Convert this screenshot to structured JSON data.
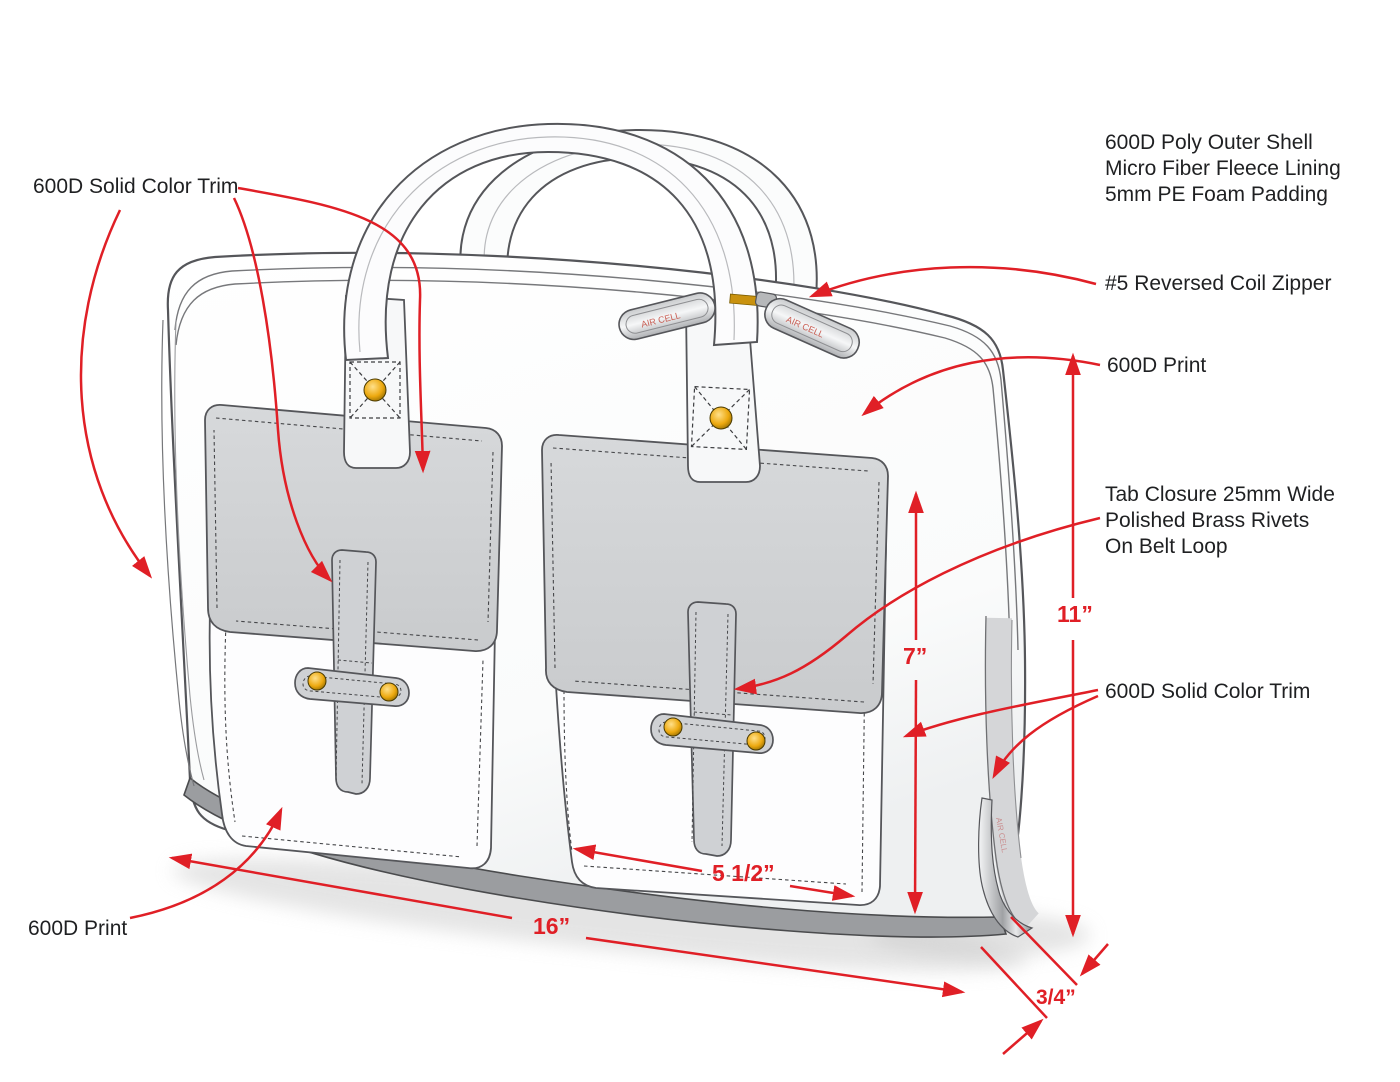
{
  "figure": {
    "type": "product-spec-diagram",
    "subject": "briefcase with two front flap pockets"
  },
  "labels": {
    "trim_top_left": "600D Solid Color Trim",
    "materials_line1": "600D Poly Outer Shell",
    "materials_line2": "Micro Fiber Fleece Lining",
    "materials_line3": "5mm PE Foam Padding",
    "zipper": "#5 Reversed Coil Zipper",
    "print_right": "600D Print",
    "tab_line1": "Tab Closure 25mm Wide",
    "tab_line2": "Polished Brass Rivets",
    "tab_line3": "On Belt Loop",
    "trim_right": "600D Solid Color Trim",
    "print_bottom": "600D Print"
  },
  "dimensions": {
    "bag_height": "11”",
    "pocket_height": "7”",
    "pocket_width": "5 1/2”",
    "bag_width": "16”",
    "gusset_depth": "3/4”"
  },
  "hardware": {
    "zipper_pull_text": "AIR CELL"
  },
  "colors": {
    "annotation_red": "#e01f26",
    "flap_gray": "#d2d4d6",
    "rivet_gold": "#f0b429",
    "outline_gray": "#55565a"
  }
}
